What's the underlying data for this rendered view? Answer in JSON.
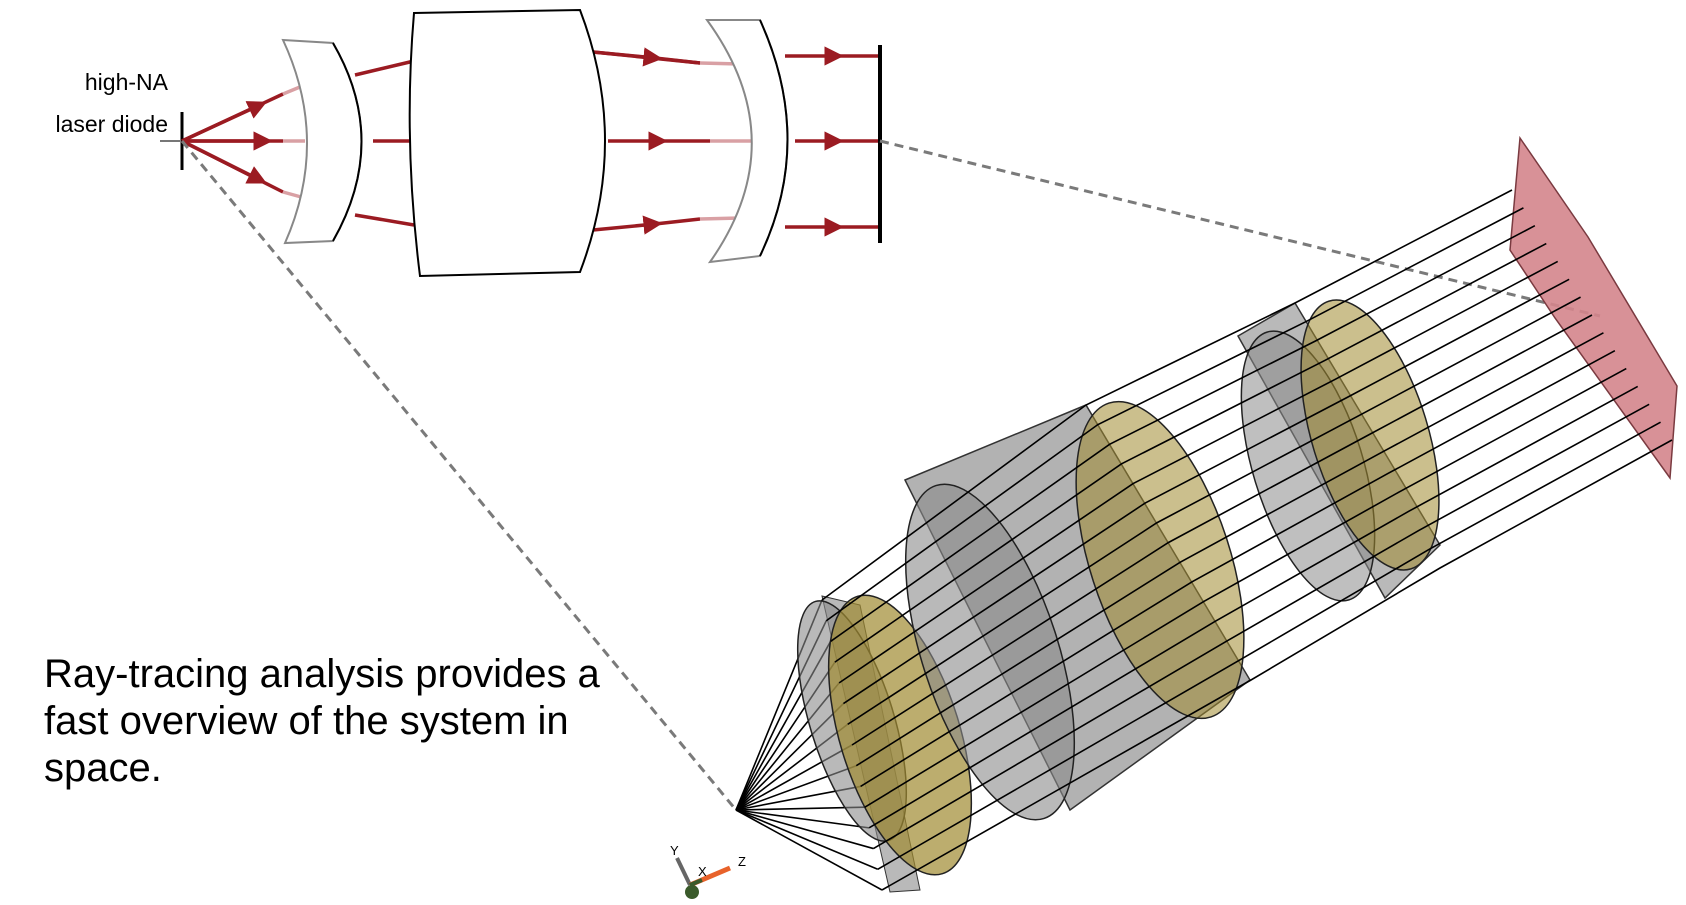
{
  "diode_label": [
    "high-NA",
    "laser diode"
  ],
  "caption": "Ray-tracing analysis provides a fast overview of the system in space.",
  "axes": {
    "y": "Y",
    "x": "X",
    "z": "Z"
  },
  "colors": {
    "ray_2d": "#9b1b22",
    "ray_2d_in_lens": "#d9a0a4",
    "lens_fill_3d": "#7f7f7f",
    "lens_face_3d": "#a08a30",
    "detector": "#d4858c",
    "leader_line": "#7a7a7a",
    "axis_y": "#666666",
    "axis_z": "#e8622a",
    "axis_x": "#3a5a2a"
  }
}
